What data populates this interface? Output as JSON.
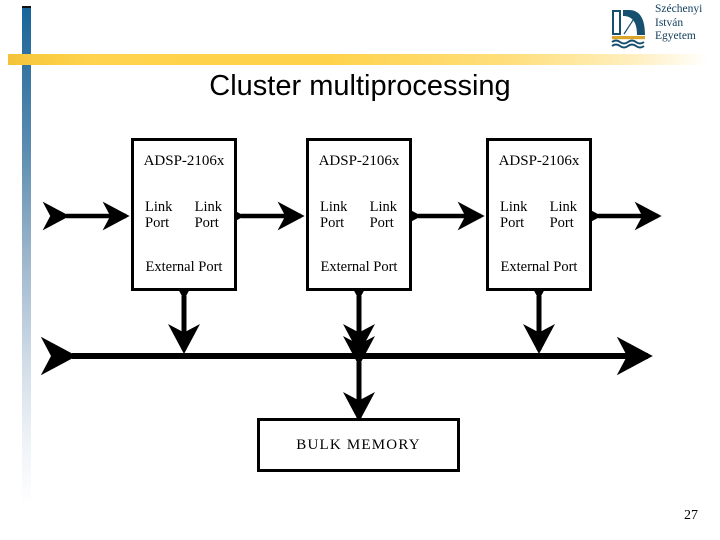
{
  "slide": {
    "title": "Cluster multiprocessing",
    "page_number": "27",
    "background_color": "#ffffff"
  },
  "logo": {
    "name": "szechenyi-istvan-egyetem-logo",
    "icon": "bridge-book-icon",
    "line1": "Széchenyi",
    "line2": "István",
    "line3": "Egyetem",
    "text_color": "#12405e",
    "accent_color": "#d9a62b"
  },
  "decor": {
    "vertical_bar_color": "#17659b",
    "horizontal_bar_color": "#ffd24b"
  },
  "diagram": {
    "type": "block-diagram",
    "processors": [
      {
        "id": "dsp-1",
        "title": "ADSP-2106x",
        "link_port_left": "Link\nPort",
        "link_port_left_l1": "Link",
        "link_port_left_l2": "Port",
        "link_port_right_l1": "Link",
        "link_port_right_l2": "Port",
        "external_port": "External Port"
      },
      {
        "id": "dsp-2",
        "title": "ADSP-2106x",
        "link_port_left_l1": "Link",
        "link_port_left_l2": "Port",
        "link_port_right_l1": "Link",
        "link_port_right_l2": "Port",
        "external_port": "External Port"
      },
      {
        "id": "dsp-3",
        "title": "ADSP-2106x",
        "link_port_left_l1": "Link",
        "link_port_left_l2": "Port",
        "link_port_right_l1": "Link",
        "link_port_right_l2": "Port",
        "external_port": "External Port"
      }
    ],
    "memory": {
      "id": "bulk-memory",
      "label": "BULK MEMORY"
    },
    "connections": {
      "link_arrows": "bidirectional",
      "bus_arrow": "bidirectional",
      "external_bus_label": ""
    },
    "stroke_color": "#000000"
  }
}
